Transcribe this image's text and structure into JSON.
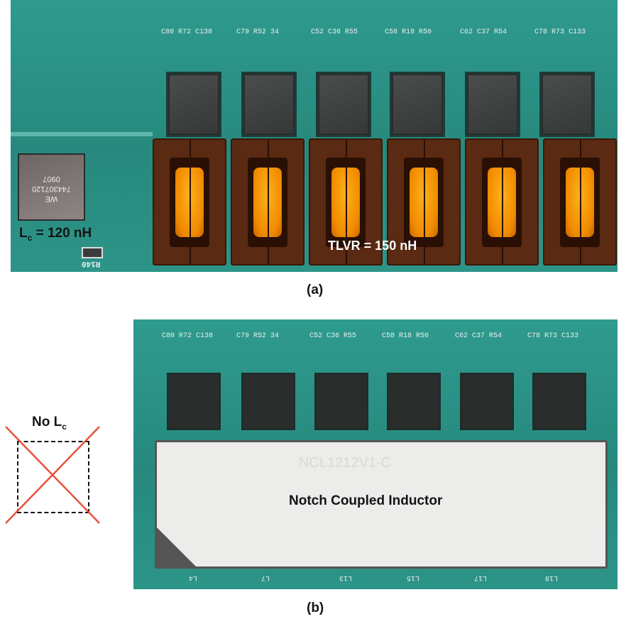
{
  "panel_a": {
    "caption": "(a)",
    "lc_label": {
      "main": "L",
      "sub": "c",
      "rest": " = 120 nH"
    },
    "tlvr_label": "TLVR = 150 nH",
    "inductor_marking": [
      "WE",
      "744307120",
      "0907"
    ],
    "resistor_label": "R140",
    "silkscreen": [
      "C80 R72 C138",
      "C79 R52 34",
      "C52 C36 R55",
      "C58 R18 R50",
      "C62 C37 R54",
      "C78 R73 C133"
    ]
  },
  "panel_b": {
    "caption": "(b)",
    "no_lc_label": {
      "main": "No L",
      "sub": "c"
    },
    "coupled_label": "Notch Coupled Inductor",
    "part_marking": "NCL1212V1-C",
    "inductor_refs": [
      "L4",
      "L7",
      "L13",
      "L15",
      "L17",
      "L18"
    ],
    "silkscreen": [
      "C80 R72 C138",
      "C79 R52 34",
      "C52 C36 R55",
      "C58 R18 R50",
      "C62 C37 R54",
      "C78 R73 C133"
    ]
  },
  "colors": {
    "pcb": "#2a8f84",
    "cross": "#e8503a",
    "coil": "#f59a0a"
  }
}
